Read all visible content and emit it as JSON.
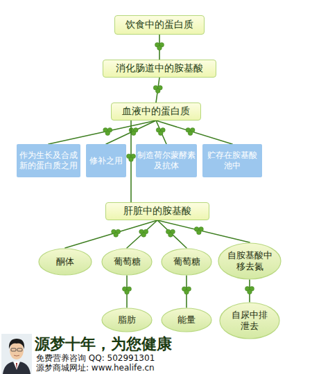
{
  "diagram": {
    "nodes": [
      {
        "text": [
          "饮食中的蛋白质"
        ]
      },
      {
        "text": [
          "消化肠道中的胺基酸"
        ]
      },
      {
        "text": [
          "血液中的蛋白质"
        ]
      },
      {
        "text": [
          "作为生长及合成新的蛋白质之用"
        ]
      },
      {
        "text": [
          "修补之用"
        ]
      },
      {
        "text": [
          "制造荷尔蒙酵素及抗体"
        ]
      },
      {
        "text": [
          "贮存在胺基酸池中"
        ]
      },
      {
        "text": [
          "肝脏中的胺基酸"
        ]
      },
      {
        "text": [
          "酮体"
        ]
      },
      {
        "text": [
          "葡萄糖"
        ]
      },
      {
        "text": [
          "葡萄糖"
        ]
      },
      {
        "text": [
          "自胺基酸中移去氮"
        ]
      },
      {
        "text": [
          "脂肪"
        ]
      },
      {
        "text": [
          "能量"
        ]
      },
      {
        "text": [
          "自尿中排泄去"
        ]
      }
    ],
    "edges": [
      {
        "from": 0,
        "to": 1,
        "arrow": "none"
      },
      {
        "from": 1,
        "to": 2,
        "arrow": "none"
      },
      {
        "from": 2,
        "to": 3,
        "arrow": "none"
      },
      {
        "from": 2,
        "to": 4,
        "arrow": "none"
      },
      {
        "from": 2,
        "to": 5,
        "arrow": "none"
      },
      {
        "from": 2,
        "to": 6,
        "arrow": "none"
      },
      {
        "from": 2,
        "to": 7,
        "arrow": "none"
      },
      {
        "from": 7,
        "to": 8,
        "arrow": "none"
      },
      {
        "from": 7,
        "to": 9,
        "arrow": "none"
      },
      {
        "from": 7,
        "to": 10,
        "arrow": "none"
      },
      {
        "from": 7,
        "to": 11,
        "arrow": "none"
      },
      {
        "from": 9,
        "to": 12,
        "arrow": "none"
      },
      {
        "from": 10,
        "to": 13,
        "arrow": "none"
      },
      {
        "from": 11,
        "to": 14,
        "arrow": "none"
      }
    ],
    "labels": [
      "源梦十年，为您健康",
      "免费营养咨询 QQ: 502991301",
      "源梦商城网址: www.healife.cn"
    ]
  }
}
